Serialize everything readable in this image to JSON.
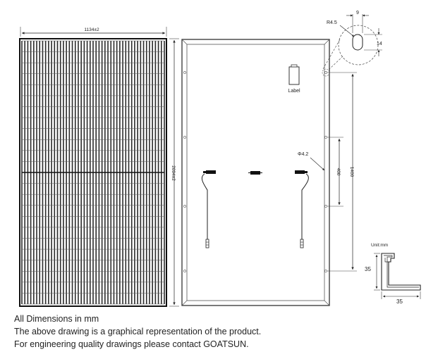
{
  "front_view": {
    "width_dim": "1134±2",
    "height_dim": "2094±2"
  },
  "back_view": {
    "label_text": "Label",
    "hole_dim": "Φ4.2",
    "hole_spacing_dim": "400",
    "mount_spacing_dim": "1400"
  },
  "detail_view": {
    "radius_dim": "R4.5",
    "width_dim": "9",
    "height_dim": "14"
  },
  "frame_section": {
    "unit_text": "Unit:mm",
    "height_dim": "35",
    "width_dim": "35"
  },
  "notes": [
    "All Dimensions in mm",
    "The above drawing is a graphical representation of the product.",
    "For engineering quality drawings please contact GOATSUN."
  ]
}
